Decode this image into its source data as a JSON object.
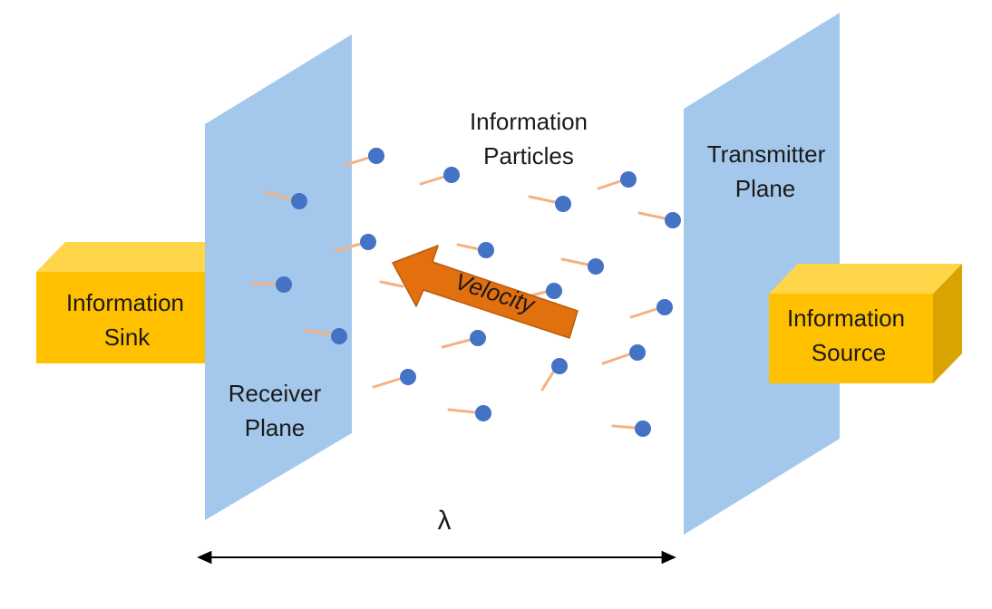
{
  "labels": {
    "information_particles_line1": "Information",
    "information_particles_line2": "Particles",
    "transmitter_plane_line1": "Transmitter",
    "transmitter_plane_line2": "Plane",
    "receiver_plane_line1": "Receiver",
    "receiver_plane_line2": "Plane",
    "information_sink_line1": "Information",
    "information_sink_line2": "Sink",
    "information_source_line1": "Information",
    "information_source_line2": "Source",
    "velocity": "Velocity",
    "lambda": "λ"
  },
  "colors": {
    "plane": "#a4c8ec",
    "box_front": "#ffc000",
    "box_top": "#ffd54a",
    "box_side": "#d9a300",
    "velocity_arrow": "#e2700f",
    "particle": "#4472c4",
    "particle_trail": "#f4b183",
    "dimension_line": "#000000"
  },
  "icons": {
    "particle": "particle-dot-icon",
    "velocity": "velocity-arrow-icon",
    "dimension": "double-headed-arrow-icon"
  }
}
